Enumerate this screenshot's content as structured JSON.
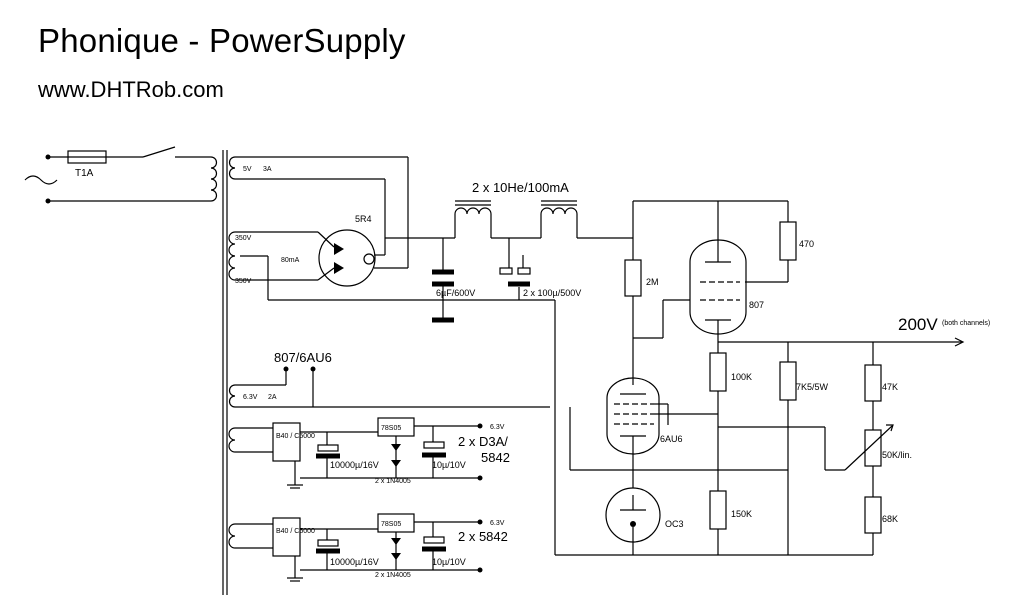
{
  "header": {
    "title": "Phonique - PowerSupply",
    "subtitle": "www.DHTRob.com"
  },
  "labels": {
    "fuse": "T1A",
    "tap_5v": "5V",
    "tap_3a": "3A",
    "tap_350_top": "350V",
    "tap_80ma": "80mA",
    "tap_350_bot": "350V",
    "rectifier": "5R4",
    "chokes": "2 x 10He/100mA",
    "cap_6uf": "6µF/600V",
    "cap_100uf": "2 x 100µ/500V",
    "heater_tubes": "807/6AU6",
    "tap_63": "6.3V",
    "tap_2a": "2A",
    "r_470": "470",
    "r_2m": "2M",
    "tube_807": "807",
    "out_voltage": "200V",
    "out_note": "(both channels)",
    "r_100k": "100K",
    "r_7k5": "7K5/5W",
    "r_47k": "47K",
    "tube_6au6": "6AU6",
    "pot": "50K/lin.",
    "tube_oc3": "OC3",
    "r_150k": "150K",
    "r_68k": "68K",
    "bridge1": "B40 / C5000",
    "reg1": "78S05",
    "out1_v": "6.3V",
    "load1_a": "2 x D3A/",
    "load1_b": "5842",
    "cap1_a": "10000µ/16V",
    "cap1_b": "10µ/10V",
    "diodes1": "2 x 1N4005",
    "bridge2": "B40 / C5000",
    "reg2": "78S05",
    "out2_v": "6.3V",
    "load2": "2 x 5842",
    "cap2_a": "10000µ/16V",
    "cap2_b": "10µ/10V",
    "diodes2": "2 x 1N4005"
  }
}
